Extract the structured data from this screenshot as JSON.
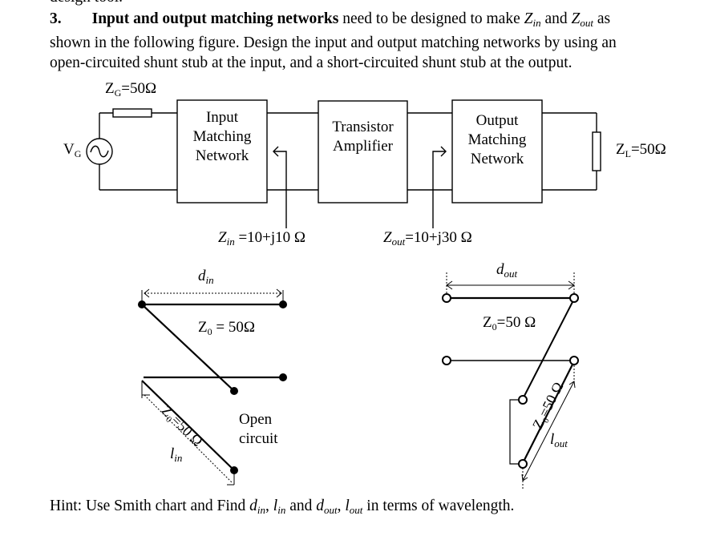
{
  "clipped_previous_line": "design tool.",
  "question": {
    "number": "3.",
    "bold_lead": "Input and output matching networks",
    "line1_rest": " need to be designed to make ",
    "zin_symbol": "Z",
    "zin_sub": "in",
    "and_word": " and ",
    "zout_symbol": "Z",
    "zout_sub": "out",
    "line1_end": " as",
    "line2": "shown in the following figure. Design the input and output matching networks by using an",
    "line3": "open-circuited shunt stub at the input, and a short-circuited shunt stub at the output."
  },
  "circuit": {
    "source_label": "V",
    "source_sub": "G",
    "source_icon": "ac-voltage-source-icon",
    "generator_impedance_label": "Z",
    "generator_impedance_sub": "G",
    "generator_impedance_value": "=50Ω",
    "blocks": [
      {
        "line1": "Input",
        "line2": "Matching",
        "line3": "Network"
      },
      {
        "line1": "Transistor",
        "line2": "Amplifier"
      },
      {
        "line1": "Output",
        "line2": "Matching",
        "line3": "Network"
      }
    ],
    "load_label": "Z",
    "load_sub": "L",
    "load_value": "=50Ω",
    "zin_label": "Z",
    "zin_sub": "in",
    "zin_value": " =10+j10 Ω",
    "zout_label": "Z",
    "zout_sub": "out",
    "zout_value": "=10+j30 Ω"
  },
  "input_stub": {
    "d_label": "d",
    "d_sub": "in",
    "z0_label": "Z",
    "z0_sub": "0",
    "z0_value": " = 50Ω",
    "stub_z0_text": "Z₀=50 Ω",
    "open_line1": "Open",
    "open_line2": "circuit",
    "l_label": "l",
    "l_sub": "in"
  },
  "output_stub": {
    "d_label": "d",
    "d_sub": "out",
    "z0_label": "Z",
    "z0_sub": "0",
    "z0_value": "=50 Ω",
    "stub_z0_text": "Z₀=50 Ω",
    "l_label": "l",
    "l_sub": "out"
  },
  "hint": {
    "prefix": "Hint: Use Smith chart and Find ",
    "d_in": "d",
    "d_in_sub": "in",
    "comma1": ", ",
    "l_in": "l",
    "l_in_sub": "in",
    "and_word": " and ",
    "d_out": "d",
    "d_out_sub": "out",
    "comma2": ", ",
    "l_out": "l",
    "l_out_sub": "out",
    "suffix": " in terms of wavelength."
  }
}
